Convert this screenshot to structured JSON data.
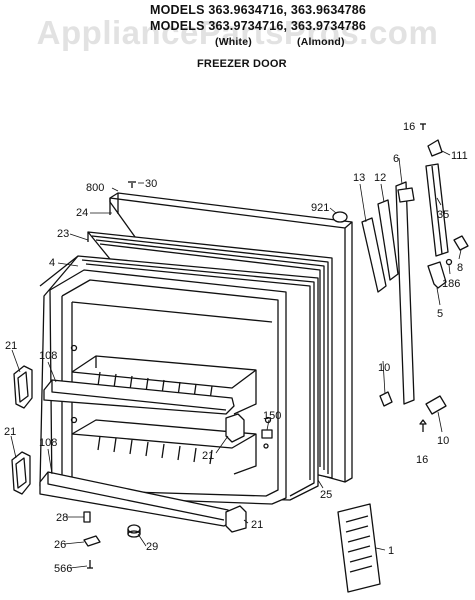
{
  "header": {
    "line1": "MODELS 363.9634716, 363.9634786",
    "line2": "MODELS 363.9734716, 363.9734786",
    "white": "(White)",
    "almond": "(Almond)",
    "subtitle": "FREEZER DOOR"
  },
  "watermark": "AppliancePartsPros.com",
  "parts": {
    "p800": "800",
    "p30": "30",
    "p24": "24",
    "p23": "23",
    "p4": "4",
    "p921": "921",
    "p13": "13",
    "p12": "12",
    "p6": "6",
    "p16a": "16",
    "p111": "111",
    "p35": "35",
    "p8": "8",
    "p186": "186",
    "p5": "5",
    "p21a": "21",
    "p108a": "108",
    "p21b": "21",
    "p108b": "108",
    "p150": "150",
    "p21c": "21",
    "p10a": "10",
    "p10b": "10",
    "p16b": "16",
    "p25": "25",
    "p28": "28",
    "p26": "26",
    "p29": "29",
    "p566": "566",
    "p21d": "21",
    "p1": "1"
  }
}
